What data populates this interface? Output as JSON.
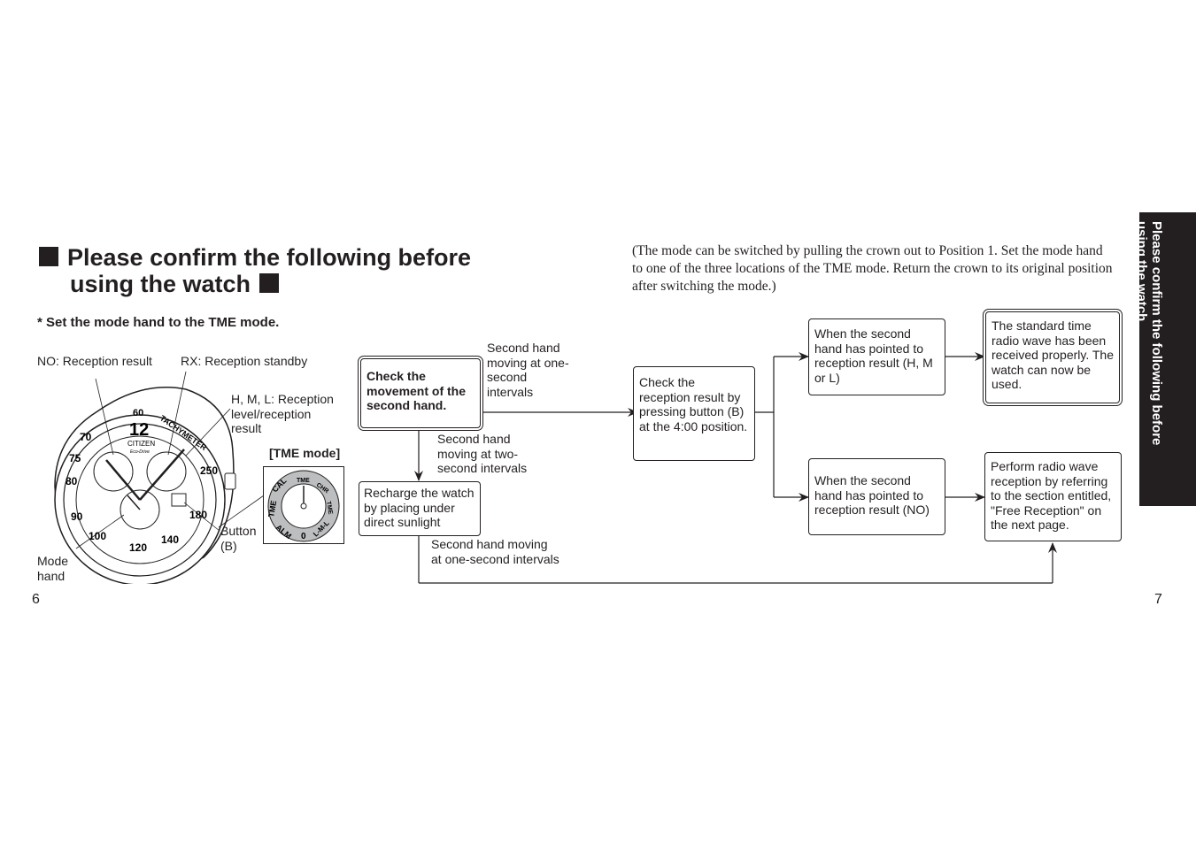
{
  "heading": {
    "line1": "Please confirm the following before",
    "line2": "using the watch"
  },
  "subheading": "* Set the mode hand to the TME mode.",
  "mode_note": "(The mode can be switched by pulling the crown out to Position 1.  Set the mode hand to one of the three locations of the TME mode.  Return the crown to its original position after switching the mode.)",
  "watch_labels": {
    "no": "NO: Reception result",
    "rx": "RX: Reception standby",
    "hml": "H, M, L: Reception level/reception result",
    "tme_mode": "[TME mode]",
    "button_b": "Button (B)",
    "mode_hand": "Mode hand"
  },
  "watch_face": {
    "n12": "12",
    "n60": "60",
    "n70": "70",
    "n75": "75",
    "n80": "80",
    "n90": "90",
    "n100": "100",
    "n120": "120",
    "n140": "140",
    "n180": "180",
    "n250": "250",
    "tachy": "TACHYMETER",
    "brand": "CITIZEN",
    "sub": "Eco-Drive"
  },
  "tme_dial": {
    "cal": "CAL",
    "tme_top": "TME",
    "chr": "CHR",
    "tme_right": "TME",
    "tme_left": "TME",
    "alm": "ALM",
    "zero": "0",
    "lml": "L-M-L"
  },
  "flow": {
    "check_movement": "Check the movement of the second hand.",
    "one_sec_label": "Second hand moving at one-second intervals",
    "two_sec_label": "Second hand moving at two-second intervals",
    "recharge": "Recharge the watch by placing under direct sunlight",
    "after_recharge_label": "Second hand moving at one-second intervals",
    "check_result": "Check the reception result by pressing button (B) at the 4:00 position.",
    "result_hml": "When the second hand has pointed to reception result (H, M or L)",
    "result_no": "When the second hand has pointed to reception result (NO)",
    "success": "The standard time radio wave has been received properly. The watch can now be used.",
    "free_reception": "Perform radio wave reception by referring to the section entitled, \"Free Reception\" on the next page."
  },
  "page_numbers": {
    "left": "6",
    "right": "7"
  },
  "side_tab": {
    "line1": "Please confirm the following before",
    "line2": "using the watch"
  }
}
